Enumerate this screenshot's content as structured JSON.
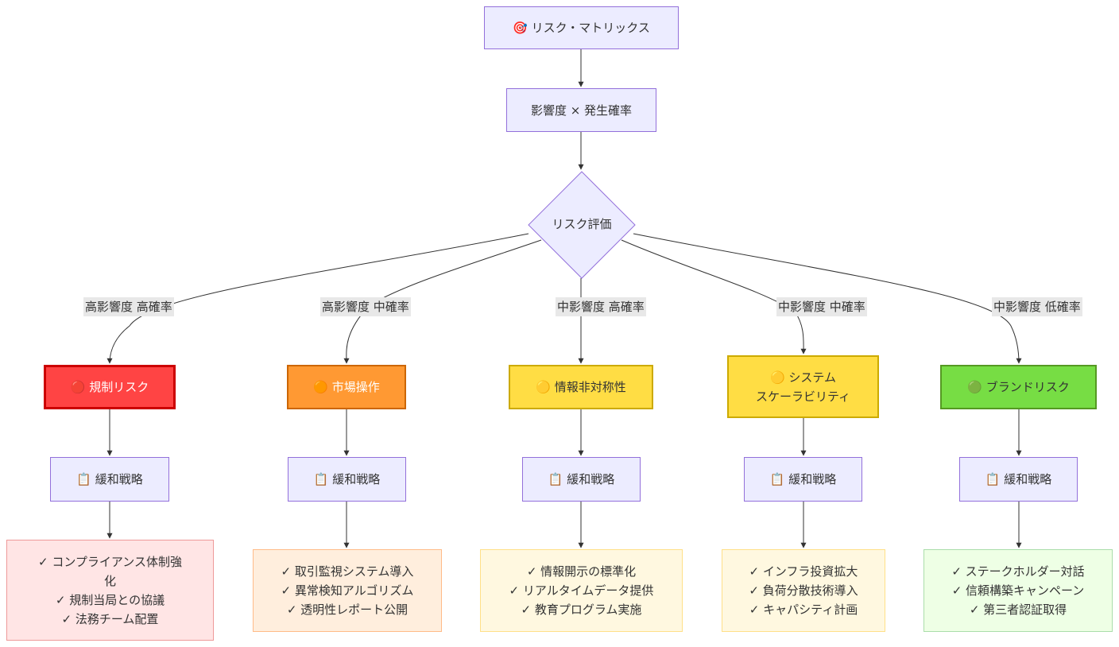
{
  "title": "🎯 リスク・マトリックス",
  "formula": "影響度 × 発生確率",
  "decision": "リスク評価",
  "colors": {
    "node_fill": "#ECECFF",
    "node_border": "#9370DB",
    "red": "#ff4444",
    "orange": "#ff9933",
    "yellow": "#ffdd44",
    "green": "#77dd44"
  },
  "branches": [
    {
      "edge_label": [
        "高影響度",
        "高確率"
      ],
      "risk": {
        "icon": "red-circle-icon",
        "lines": [
          "🔴 規制リスク"
        ]
      },
      "strategy": "📋 緩和戦略",
      "actions": [
        "✓ コンプライアンス体制強",
        "化",
        "✓ 規制当局との協議",
        "✓ 法務チーム配置"
      ]
    },
    {
      "edge_label": [
        "高影響度",
        "中確率"
      ],
      "risk": {
        "icon": "orange-circle-icon",
        "lines": [
          "🟠 市場操作"
        ]
      },
      "strategy": "📋 緩和戦略",
      "actions": [
        "✓ 取引監視システム導入",
        "✓ 異常検知アルゴリズム",
        "✓ 透明性レポート公開"
      ]
    },
    {
      "edge_label": [
        "中影響度",
        "高確率"
      ],
      "risk": {
        "icon": "yellow-circle-icon",
        "lines": [
          "🟡 情報非対称性"
        ]
      },
      "strategy": "📋 緩和戦略",
      "actions": [
        "✓ 情報開示の標準化",
        "✓ リアルタイムデータ提供",
        "✓ 教育プログラム実施"
      ]
    },
    {
      "edge_label": [
        "中影響度",
        "中確率"
      ],
      "risk": {
        "icon": "yellow-circle-icon",
        "lines": [
          "🟡 システム",
          "スケーラビリティ"
        ]
      },
      "strategy": "📋 緩和戦略",
      "actions": [
        "✓ インフラ投資拡大",
        "✓ 負荷分散技術導入",
        "✓ キャパシティ計画"
      ]
    },
    {
      "edge_label": [
        "中影響度",
        "低確率"
      ],
      "risk": {
        "icon": "green-circle-icon",
        "lines": [
          "🟢 ブランドリスク"
        ]
      },
      "strategy": "📋 緩和戦略",
      "actions": [
        "✓ ステークホルダー対話",
        "✓ 信頼構築キャンペーン",
        "✓ 第三者認証取得"
      ]
    }
  ]
}
